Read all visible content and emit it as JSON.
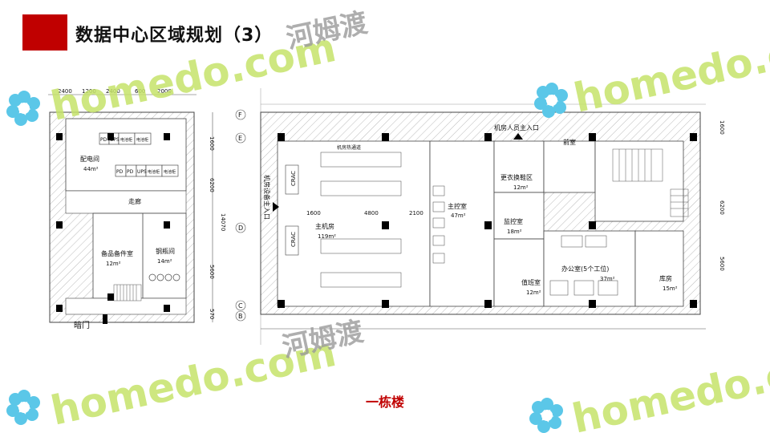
{
  "slide": {
    "title": "数据中心区域规划（3）",
    "caption": "一栋楼"
  },
  "watermark": {
    "text_en": "homedo.com",
    "text_cn": "河姆渡",
    "logo_icon": "flower-logo-icon",
    "en_color": "#c6e36a",
    "cn_color": "#9a9a9a",
    "logo_color": "#5bc7e8"
  },
  "left_plan": {
    "dimensions_top": [
      "2400",
      "1200",
      "2400",
      "600",
      "2000"
    ],
    "dimensions_right": [
      "1600",
      "6200",
      "14070",
      "5600",
      "570"
    ],
    "grid_labels": [
      "F",
      "E",
      "D",
      "C",
      "B"
    ],
    "rooms": {
      "power_room": {
        "name": "配电间",
        "area": "44m²"
      },
      "corridor": {
        "name": "走廊"
      },
      "spare_parts": {
        "name": "备品备件室",
        "area": "12m²"
      },
      "cylinder_room": {
        "name": "钢瓶间",
        "area": "14m²"
      },
      "hidden_door": {
        "name": "暗门"
      }
    },
    "equipment": [
      "PD",
      "UPS",
      "电池柜",
      "电池柜",
      "PD",
      "PD",
      "UPS",
      "电池柜",
      "电池柜"
    ]
  },
  "right_plan": {
    "dimensions_right": [
      "1600",
      "6200",
      "5600"
    ],
    "entrances": {
      "equipment_entrance": "机房设备主入口",
      "staff_entrance": "机房人员主入口"
    },
    "crac_labels": [
      "CRAC",
      "CRAC"
    ],
    "aisle_dims": [
      "1600",
      "4800",
      "2100"
    ],
    "aisle_label": "机房热通道",
    "rooms": {
      "main_room": {
        "name": "主机房",
        "area": "119m²"
      },
      "control_room": {
        "name": "主控室",
        "area": "47m²"
      },
      "changing_room": {
        "name": "更衣换鞋区",
        "area": "12m²"
      },
      "front_room": {
        "name": "前室"
      },
      "monitor_room": {
        "name": "监控室",
        "area": "18m²"
      },
      "office": {
        "name": "办公室(5个工位)",
        "area": "37m²"
      },
      "storage": {
        "name": "库房",
        "area": "15m²"
      },
      "duty_room": {
        "name": "值班室",
        "area": "12m²"
      }
    }
  }
}
